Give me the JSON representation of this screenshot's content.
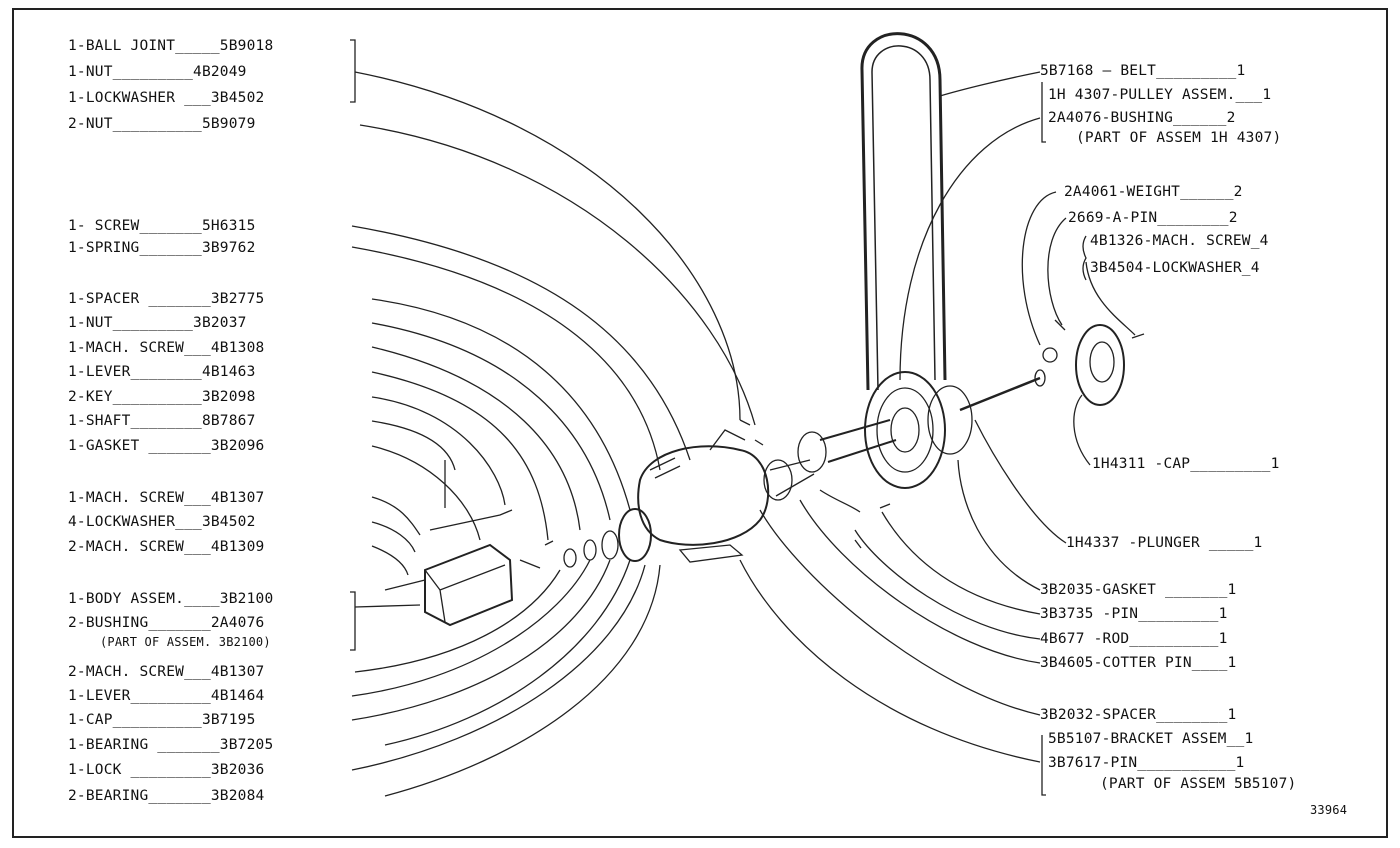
{
  "left_labels": [
    "1-BALL JOINT_____5B9018",
    "1-NUT_________4B2049",
    "1-LOCKWASHER ___3B4502",
    "2-NUT__________5B9079",
    "1- SCREW_______5H6315",
    "1-SPRING_______3B9762",
    "1-SPACER _______3B2775",
    "1-NUT_________3B2037",
    "1-MACH. SCREW___4B1308",
    "1-LEVER________4B1463",
    "2-KEY__________3B2098",
    "1-SHAFT________8B7867",
    "1-GASKET _______3B2096",
    "1-MACH. SCREW___4B1307",
    "4-LOCKWASHER___3B4502",
    "2-MACH. SCREW___4B1309",
    "1-BODY ASSEM.____3B2100",
    "2-BUSHING_______2A4076",
    "2-MACH. SCREW___4B1307",
    "1-LEVER_________4B1464",
    "1-CAP__________3B7195",
    "1-BEARING _______3B7205",
    "1-LOCK _________3B2036",
    "2-BEARING_______3B2084"
  ],
  "left_note": "(PART OF ASSEM. 3B2100)",
  "right_labels": [
    "5B7168 — BELT_________1",
    "1H 4307-PULLEY ASSEM.___1",
    "2A4076-BUSHING______2",
    "2A4061-WEIGHT______2",
    "2669-A-PIN________2",
    "4B1326-MACH. SCREW_4",
    "3B4504-LOCKWASHER_4",
    "1H4311 -CAP_________1",
    "1H4337 -PLUNGER _____1",
    "3B2035-GASKET _______1",
    "3B3735 -PIN_________1",
    "4B677 -ROD__________1",
    "3B4605-COTTER PIN____1",
    "3B2032-SPACER________1",
    "5B5107-BRACKET ASSEM__1",
    "3B7617-PIN___________1"
  ],
  "right_note_1": "(PART OF ASSEM 1H 4307)",
  "right_note_2": "(PART OF ASSEM 5B5107)",
  "figure_number": "33964"
}
